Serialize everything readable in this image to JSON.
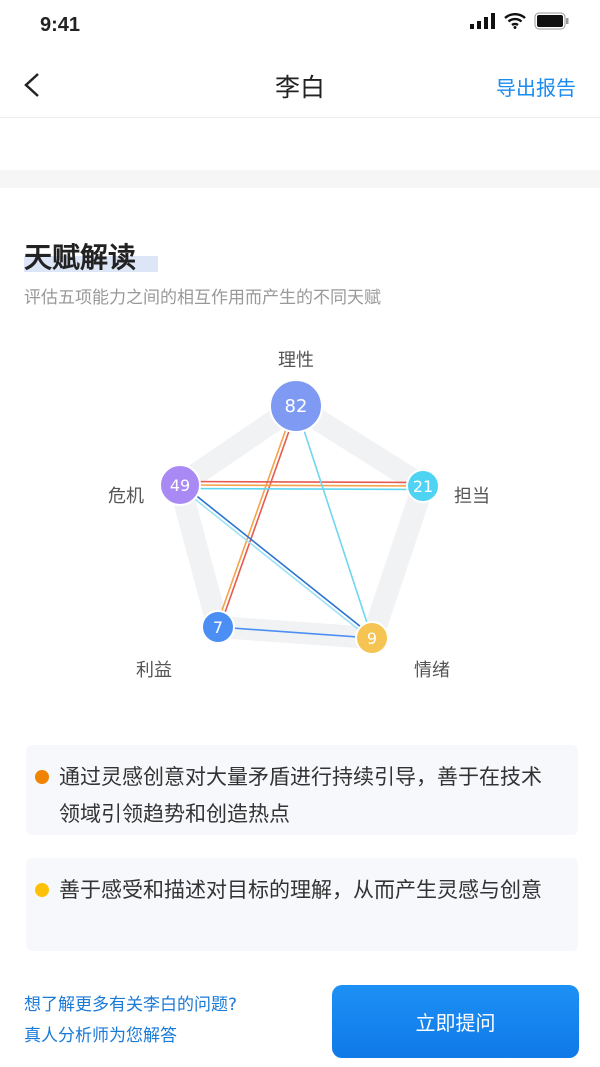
{
  "status_bar": {
    "time": "9:41"
  },
  "nav": {
    "title": "李白",
    "export_label": "导出报告"
  },
  "section": {
    "title": "天赋解读",
    "subtitle": "评估五项能力之间的相互作用而产生的不同天赋"
  },
  "diagram": {
    "nodes": [
      {
        "label": "理性",
        "value": "82",
        "color": "#7f9af2"
      },
      {
        "label": "担当",
        "value": "21",
        "color": "#4fd3f2"
      },
      {
        "label": "情绪",
        "value": "9",
        "color": "#f6c453"
      },
      {
        "label": "利益",
        "value": "7",
        "color": "#4b8ff5"
      },
      {
        "label": "危机",
        "value": "49",
        "color": "#a98af5"
      }
    ],
    "links": [
      {
        "from": 0,
        "to": 3,
        "colors": [
          "#e65a4f",
          "#f3a34a"
        ]
      },
      {
        "from": 4,
        "to": 1,
        "colors": [
          "#e65a4f",
          "#f3a34a",
          "#5fd6ef"
        ]
      },
      {
        "from": 4,
        "to": 2,
        "colors": [
          "#2a73d0",
          "#9ee3f5"
        ]
      },
      {
        "from": 0,
        "to": 2,
        "colors": [
          "#6fd6ef"
        ]
      },
      {
        "from": 3,
        "to": 2,
        "colors": [
          "#4b8ff5"
        ]
      }
    ]
  },
  "talents": [
    {
      "text": "通过灵感创意对大量矛盾进行持续引导，善于在技术领域引领趋势和创造热点",
      "dot_color": "#f08300"
    },
    {
      "text": "善于感受和描述对目标的理解，从而产生灵感与创意",
      "dot_color": "#ffc107"
    }
  ],
  "footer": {
    "question_line1": "想了解更多有关李白的问题?",
    "question_line2": "真人分析师为您解答",
    "ask_button": "立即提问"
  }
}
